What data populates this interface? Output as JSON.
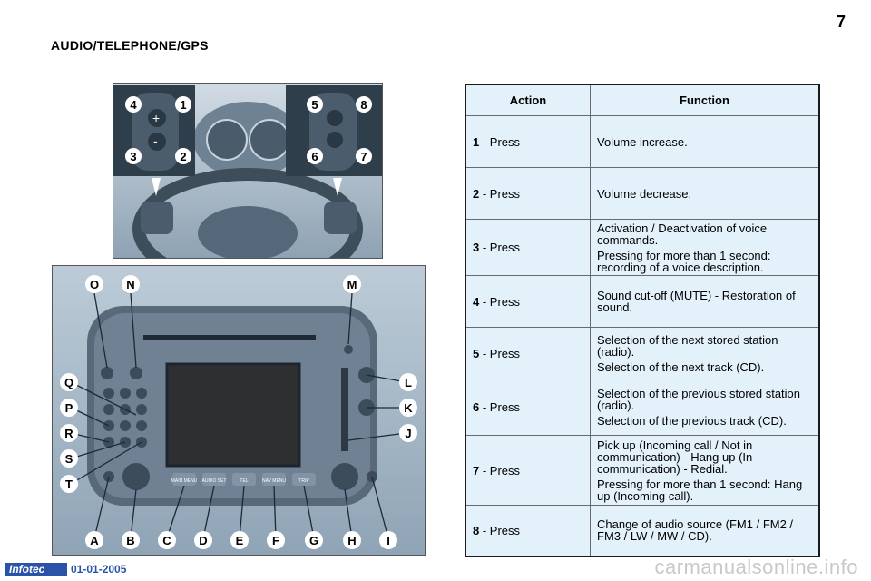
{
  "page_number": "7",
  "section_title": "AUDIO/TELEPHONE/GPS",
  "table": {
    "headers": [
      "Action",
      "Function"
    ],
    "rows": [
      {
        "num": "1",
        "action": " - Press",
        "function": [
          "Volume increase."
        ]
      },
      {
        "num": "2",
        "action": " - Press",
        "function": [
          "Volume decrease."
        ]
      },
      {
        "num": "3",
        "action": " - Press",
        "function": [
          "Activation / Deactivation of voice commands.",
          "Pressing for more than 1 second: recording of a voice description."
        ]
      },
      {
        "num": "4",
        "action": " - Press",
        "function": [
          "Sound cut-off (MUTE) - Restoration of sound."
        ]
      },
      {
        "num": "5",
        "action": " - Press",
        "function": [
          "Selection of the next stored station (radio).",
          "Selection of the next track (CD)."
        ]
      },
      {
        "num": "6",
        "action": " - Press",
        "function": [
          "Selection of the previous stored station (radio).",
          "Selection of the previous track (CD)."
        ]
      },
      {
        "num": "7",
        "action": " - Press",
        "function": [
          "Pick up (Incoming call / Not in communication) - Hang up (In communication) - Redial.",
          "Pressing for more than 1 second: Hang up (Incoming call)."
        ]
      },
      {
        "num": "8",
        "action": " - Press",
        "function": [
          "Change of audio source (FM1 / FM2 / FM3 / LW / MW / CD)."
        ]
      }
    ]
  },
  "steering_callouts": [
    "4",
    "1",
    "3",
    "2",
    "5",
    "8",
    "6",
    "7"
  ],
  "audio_callouts": {
    "top": [
      "O",
      "N",
      "M"
    ],
    "left": [
      "Q",
      "P",
      "R",
      "S",
      "T"
    ],
    "right": [
      "L",
      "K",
      "J"
    ],
    "bottom": [
      "A",
      "B",
      "C",
      "D",
      "E",
      "F",
      "G",
      "H",
      "I"
    ]
  },
  "audio_unit_button_labels": [
    "MAIN MENU",
    "AUDIO SET",
    "TEL",
    "NAV MENU",
    "TRIP"
  ],
  "footer": {
    "logo": "Infotec",
    "date": "01-01-2005",
    "watermark": "carmanualsonline.info"
  },
  "colors": {
    "table_bg": "#e3f1fb",
    "footer_blue": "#2a53a8"
  }
}
